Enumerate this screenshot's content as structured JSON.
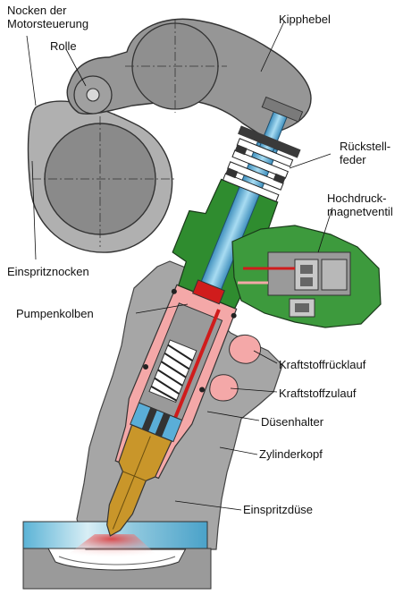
{
  "labels": {
    "cam_control": "Nocken der Motorsteuerung",
    "cam_control_line1": "Nocken der",
    "cam_control_line2": "Motorsteuerung",
    "roller": "Rolle",
    "rocker_arm": "Kipphebel",
    "return_spring_line1": "Rückstell-",
    "return_spring_line2": "feder",
    "hp_valve_line1": "Hochdruck-",
    "hp_valve_line2": "magnetventil",
    "injection_cam": "Einspritznocken",
    "pump_piston": "Pumpenkolben",
    "fuel_return": "Kraftstoffrücklauf",
    "fuel_supply": "Kraftstoffzulauf",
    "nozzle_holder": "Düsenhalter",
    "cylinder_head": "Zylinderkopf",
    "injection_nozzle": "Einspritzdüse"
  },
  "colors": {
    "background": "#ffffff",
    "metal_gray": "#969696",
    "cylinder_head_gray": "#a6a6a6",
    "pump_green": "#2f8c2f",
    "valve_green": "#3d9a3d",
    "fuel_red": "#d01c1c",
    "low_pressure_pink": "#f4a8a8",
    "plunger_blue": "#5aaed8",
    "nozzle_gold": "#c9962a",
    "spring_white": "#ffffff",
    "line": "#222222"
  }
}
